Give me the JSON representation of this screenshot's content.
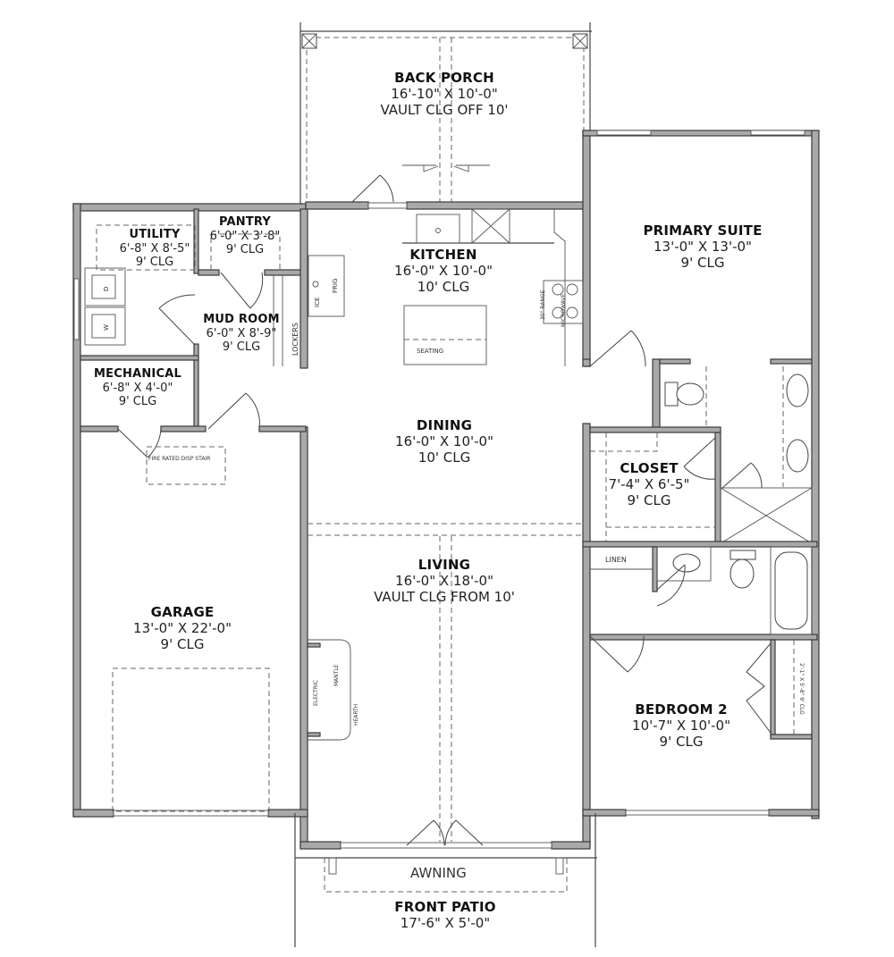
{
  "plan": {
    "rooms": {
      "back_porch": {
        "name": "BACK PORCH",
        "dim": "16'-10\" X 10'-0\"",
        "clg": "VAULT CLG OFF 10'"
      },
      "utility": {
        "name": "UTILITY",
        "dim": "6'-8\" X 8'-5\"",
        "clg": "9' CLG"
      },
      "pantry": {
        "name": "PANTRY",
        "dim": "6'-0\" X 3'-8\"",
        "clg": "9' CLG"
      },
      "mud_room": {
        "name": "MUD ROOM",
        "dim": "6'-0\" X 8'-9\"",
        "clg": "9' CLG"
      },
      "mechanical": {
        "name": "MECHANICAL",
        "dim": "6'-8\" X 4'-0\"",
        "clg": "9' CLG"
      },
      "kitchen": {
        "name": "KITCHEN",
        "dim": "16'-0\" X 10'-0\"",
        "clg": "10' CLG"
      },
      "primary_suite": {
        "name": "PRIMARY SUITE",
        "dim": "13'-0\" X 13'-0\"",
        "clg": "9' CLG"
      },
      "dining": {
        "name": "DINING",
        "dim": "16'-0\" X 10'-0\"",
        "clg": "10' CLG"
      },
      "closet": {
        "name": "CLOSET",
        "dim": "7'-4\" X 6'-5\"",
        "clg": "9' CLG"
      },
      "living": {
        "name": "LIVING",
        "dim": "16'-0\" X 18'-0\"",
        "clg": "VAULT CLG FROM 10'"
      },
      "garage": {
        "name": "GARAGE",
        "dim": "13'-0\" X 22'-0\"",
        "clg": "9' CLG"
      },
      "bedroom_2": {
        "name": "BEDROOM 2",
        "dim": "10'-7\" X 10'-0\"",
        "clg": "9' CLG"
      },
      "front_patio": {
        "name": "FRONT PATIO",
        "dim": "17'-6\" X 5'-0\""
      }
    },
    "notes": {
      "awning": "AWNING",
      "linen": "LINEN",
      "lockers": "LOCKERS",
      "seating": "SEATING",
      "frig": "FRIG",
      "ice": "ICE",
      "range": "30\" RANGE",
      "microwave": "MICROWAVE",
      "fire_stair": "FIRE RATED DISP STAIR",
      "electric": "ELECTRIC",
      "mantle": "MANTLE",
      "hearth": "HEARTH",
      "dryer": "D",
      "washer": "W",
      "bed2_closet": "2'-1\" X 5'-8\" 9' CLG"
    }
  }
}
